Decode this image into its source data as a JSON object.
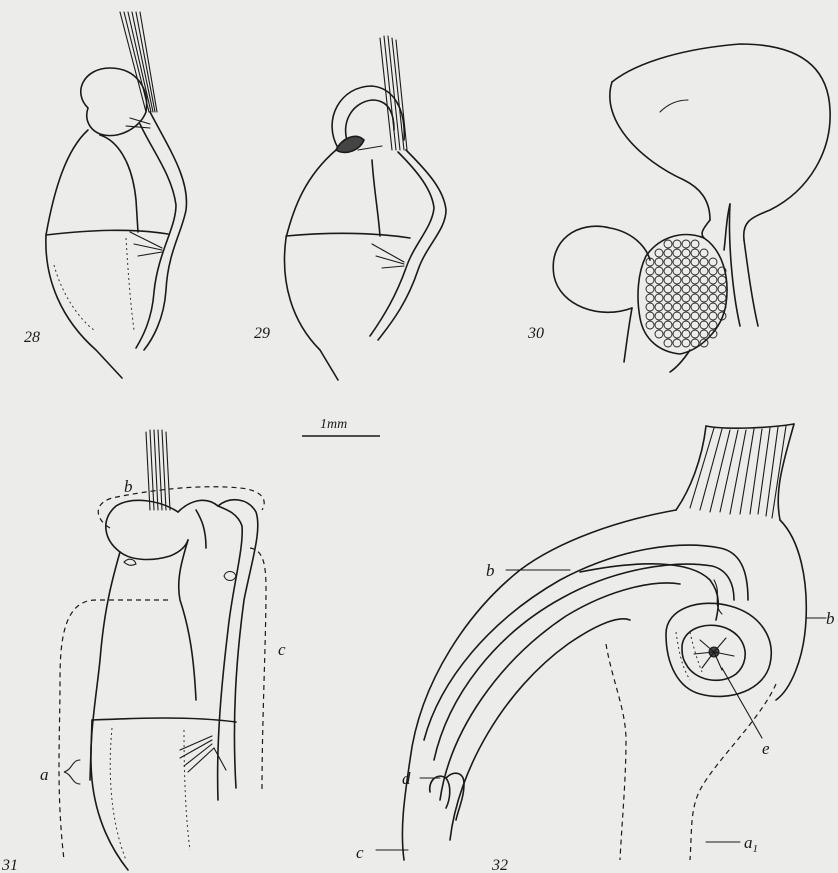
{
  "figures": [
    {
      "number": "28"
    },
    {
      "number": "29"
    },
    {
      "number": "30"
    },
    {
      "number": "31",
      "labels": {
        "a": "a",
        "b": "b",
        "c": "c"
      }
    },
    {
      "number": "32",
      "labels": {
        "a1_base": "a",
        "a1_sub": "1",
        "b_left": "b",
        "b_right": "b",
        "c": "c",
        "d": "d",
        "e": "e"
      }
    }
  ],
  "scale_bar": {
    "label": "1mm"
  }
}
